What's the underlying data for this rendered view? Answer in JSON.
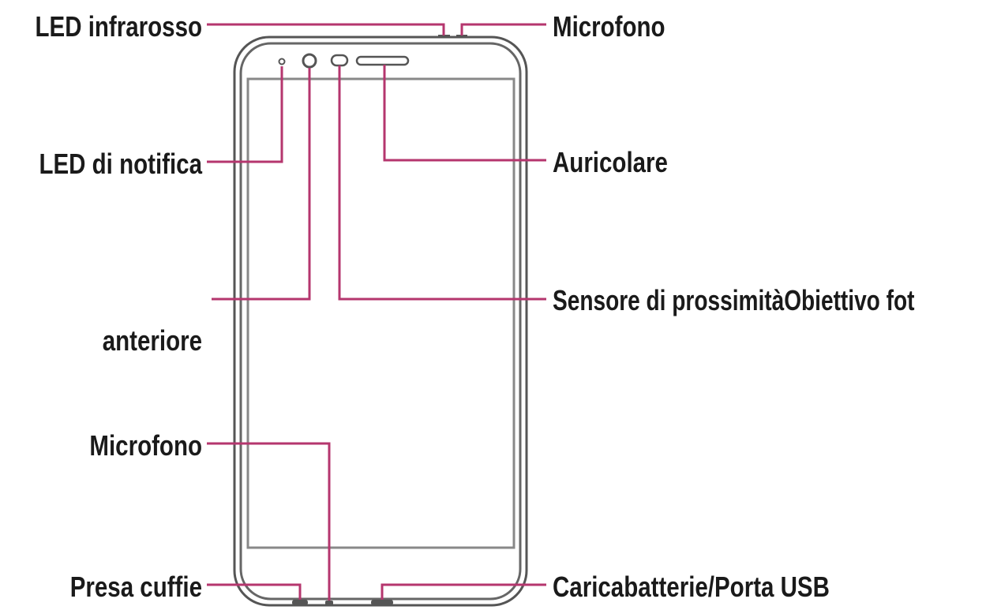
{
  "labels": {
    "led_infrarosso": "LED infrarosso",
    "microfono_top": "Microfono",
    "led_notifica": "LED di notifica",
    "auricolare": "Auricolare",
    "sensore_obiettivo": "Sensore di prossimitàObiettivo fot",
    "anteriore": "anteriore",
    "microfono_bottom": "Microfono",
    "presa_cuffie": "Presa cuffie",
    "caricabatterie": "Caricabatterie/Porta USB"
  },
  "colors": {
    "leader": "#b5366e",
    "outline": "#555555",
    "screen_outline": "#888888",
    "text": "#1a1a1a"
  }
}
